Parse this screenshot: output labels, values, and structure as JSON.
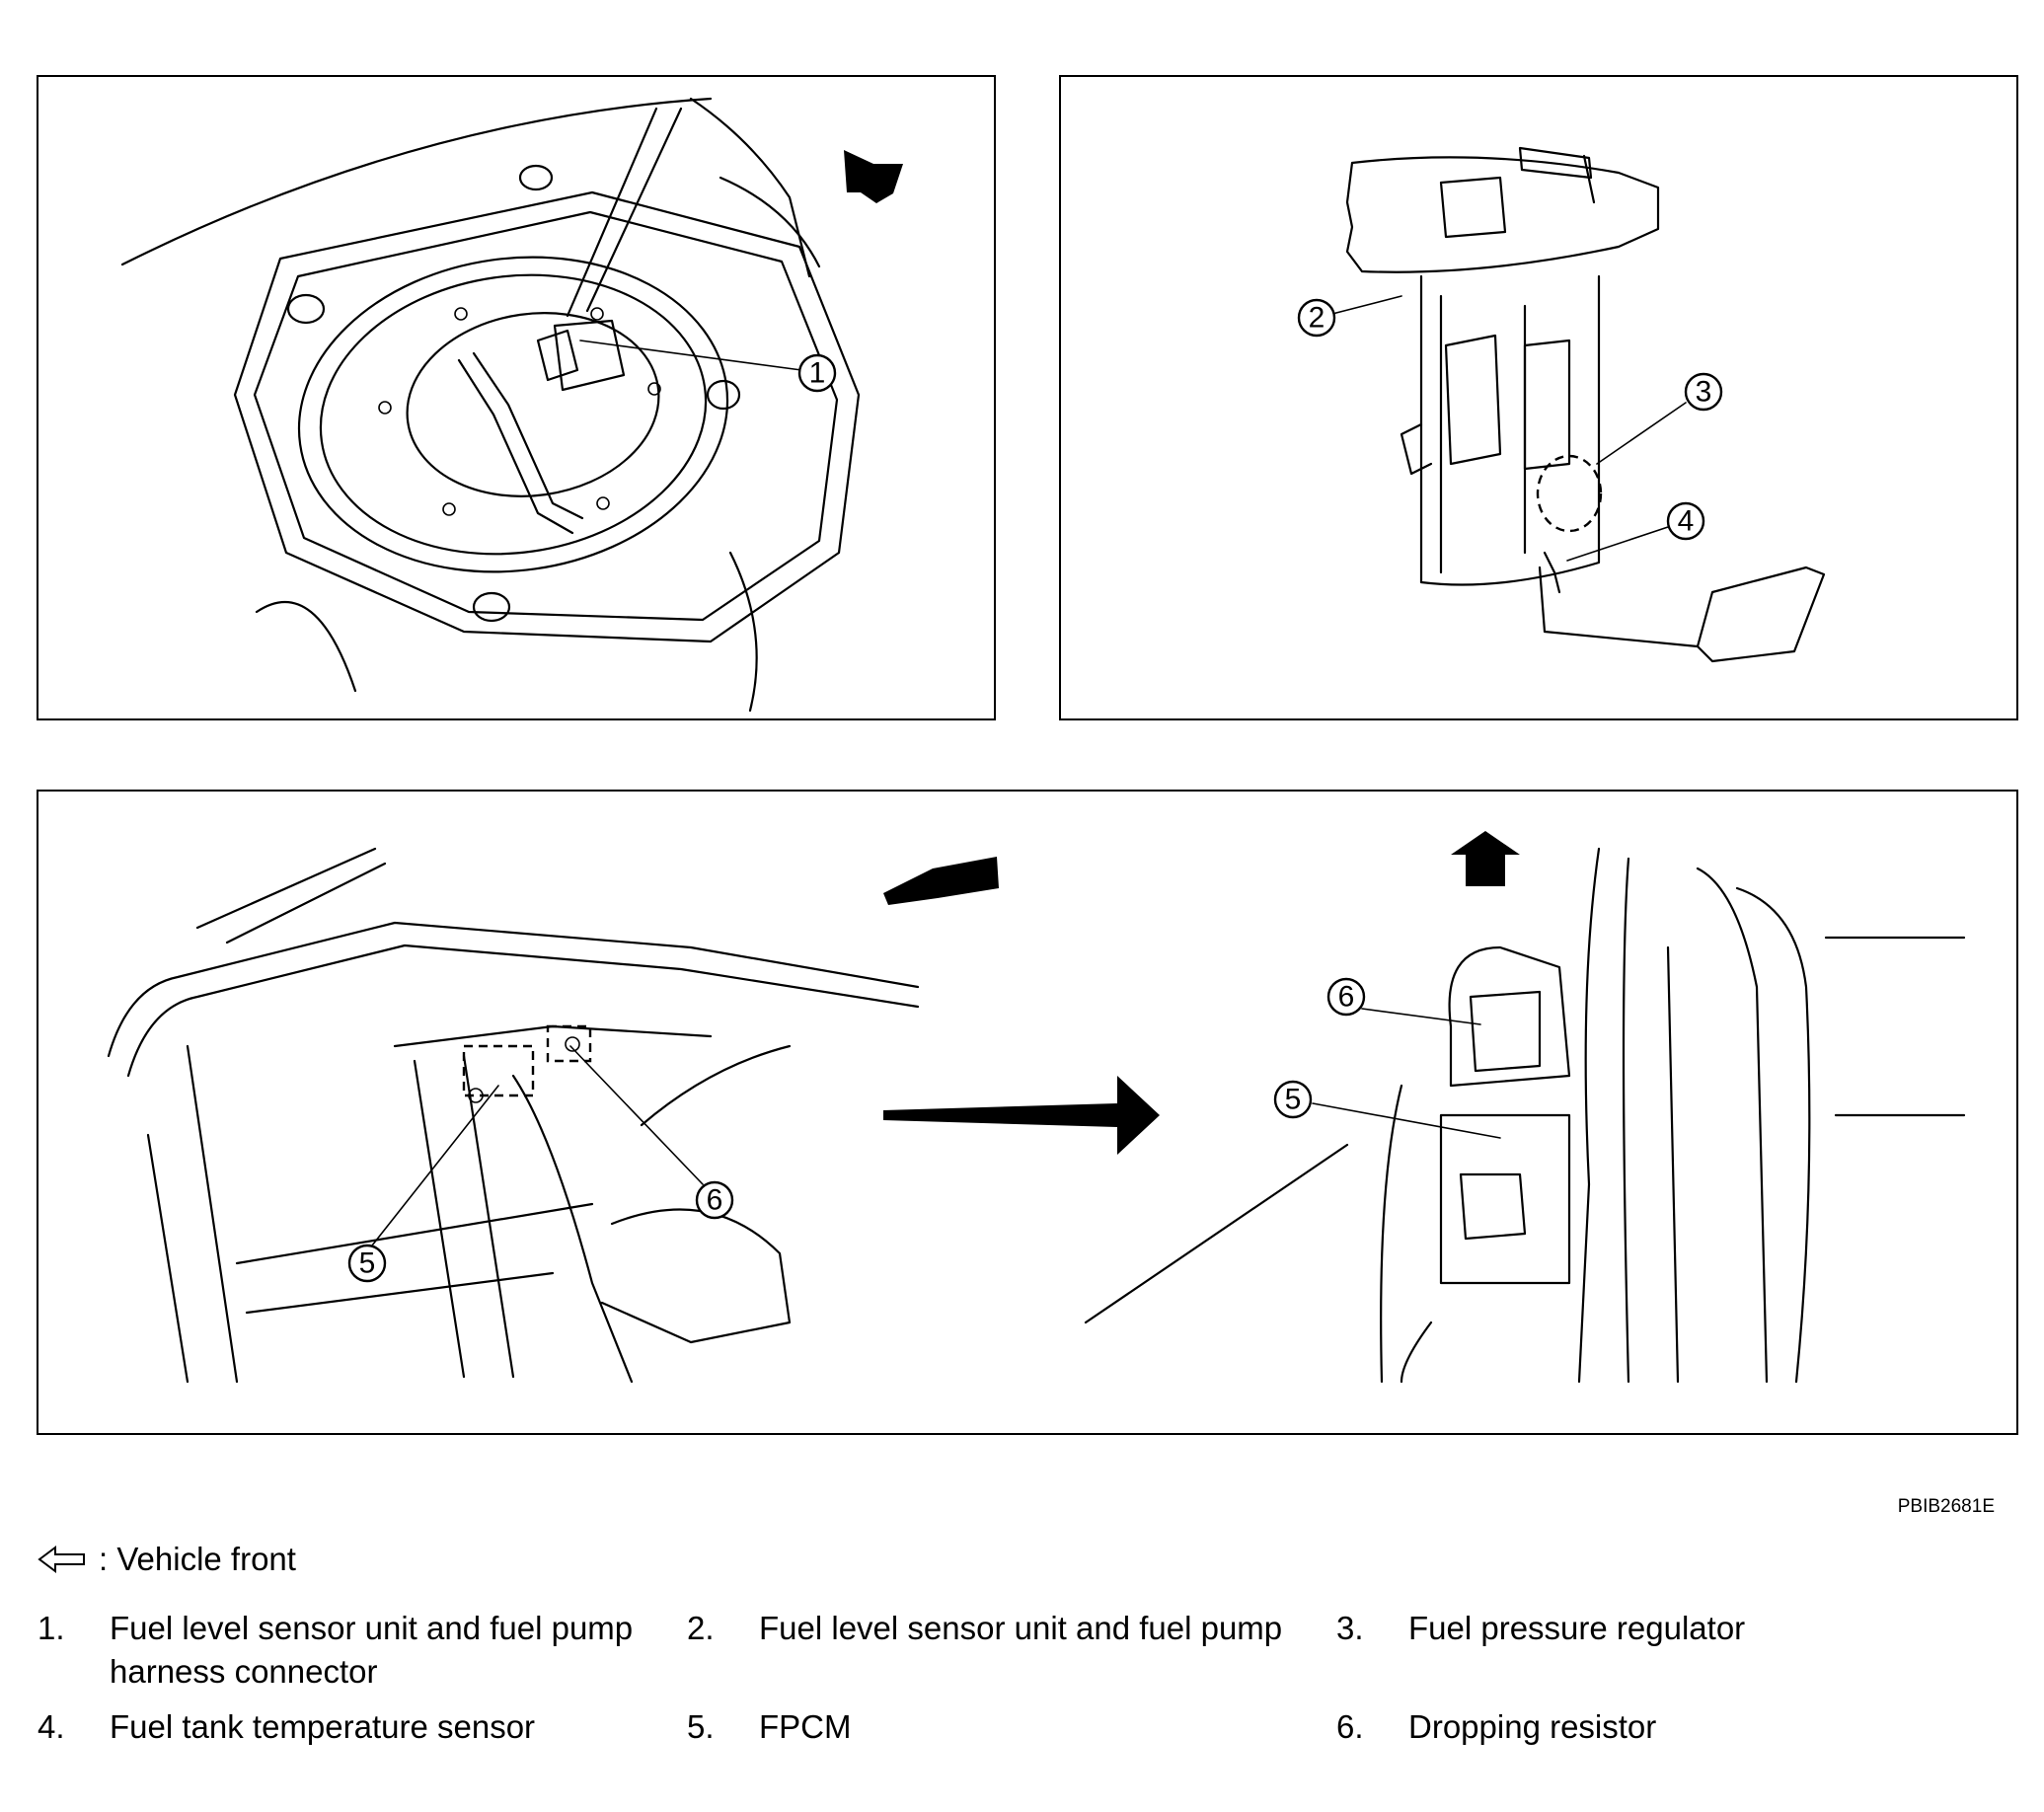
{
  "figure_code": "PBIB2681E",
  "legend": {
    "front_symbol": "left-arrow-icon",
    "front_label": ": Vehicle front",
    "items": [
      {
        "num": "1.",
        "text": "Fuel level sensor unit and fuel pump harness connector"
      },
      {
        "num": "2.",
        "text": "Fuel level sensor unit and fuel pump"
      },
      {
        "num": "3.",
        "text": "Fuel pressure regulator"
      },
      {
        "num": "4.",
        "text": "Fuel tank temperature sensor"
      },
      {
        "num": "5.",
        "text": "FPCM"
      },
      {
        "num": "6.",
        "text": "Dropping resistor"
      }
    ]
  },
  "callouts": [
    "1",
    "2",
    "3",
    "4",
    "5",
    "6",
    "5",
    "6"
  ]
}
